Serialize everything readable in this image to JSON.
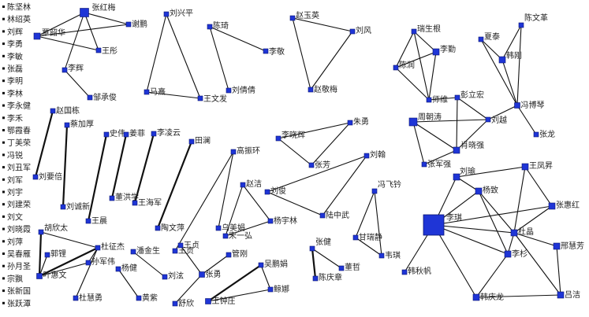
{
  "isolated_nodes": [
    "陈坚林",
    "林绍英",
    "刘辉",
    "李勇",
    "李敏",
    "张磊",
    "李明",
    "李林",
    "李永健",
    "李禾",
    "鄂霞春",
    "丁美荣",
    "冯锐",
    "刘丑军",
    "刘军",
    "刘宇",
    "刘建荣",
    "刘文",
    "刘晓霞",
    "刘萍",
    "吴春雁",
    "孙月圣",
    "宗飘",
    "张新国",
    "张跃潭"
  ],
  "nodes": [
    {
      "id": "zhanghongmei",
      "label": "张红梅"
    },
    {
      "id": "xieli",
      "label": "谢鹏"
    },
    {
      "id": "wangshuhua",
      "label": "覃韶华"
    },
    {
      "id": "wangbin",
      "label": "王彤"
    },
    {
      "id": "lihui",
      "label": "李辉"
    },
    {
      "id": "zouchengjun",
      "label": "邹承俊"
    },
    {
      "id": "liuxingping",
      "label": "刘兴平"
    },
    {
      "id": "maqi",
      "label": "马熹"
    },
    {
      "id": "wangwenfa",
      "label": "王文发"
    },
    {
      "id": "chenqi",
      "label": "陈琦"
    },
    {
      "id": "lijing",
      "label": "李敬"
    },
    {
      "id": "liuqian",
      "label": "刘倩倩"
    },
    {
      "id": "zhaoyuying",
      "label": "赵玉英"
    },
    {
      "id": "liufeng",
      "label": "刘风"
    },
    {
      "id": "zhaojingmei",
      "label": "赵敬梅"
    },
    {
      "id": "xiongshuguang",
      "label": "瑞生根"
    },
    {
      "id": "lishan",
      "label": "李勤"
    },
    {
      "id": "chenrun",
      "label": "陈润"
    },
    {
      "id": "shiwei",
      "label": "师维"
    },
    {
      "id": "xiatai",
      "label": "夏泰"
    },
    {
      "id": "chenwenke",
      "label": "陈文革"
    },
    {
      "id": "hanrui",
      "label": "韩刚"
    },
    {
      "id": "fengqinqin",
      "label": "冯博琴"
    },
    {
      "id": "pengliping",
      "label": "彭立宏"
    },
    {
      "id": "zhoujianbo",
      "label": "周朝涛"
    },
    {
      "id": "liuyue",
      "label": "刘越"
    },
    {
      "id": "xiaolong",
      "label": "张龙"
    },
    {
      "id": "zhaoguodong",
      "label": "赵国栋"
    },
    {
      "id": "liuchunhong",
      "label": "刘要倍"
    },
    {
      "id": "caijiahou",
      "label": "蔡加厚"
    },
    {
      "id": "liucheng",
      "label": "刘诚新"
    },
    {
      "id": "shiwen",
      "label": "史伟"
    },
    {
      "id": "jiangzhi",
      "label": "姜菲"
    },
    {
      "id": "wangjing",
      "label": "王晨"
    },
    {
      "id": "dongshu",
      "label": "董洪学"
    },
    {
      "id": "lilingyun",
      "label": "李凌云"
    },
    {
      "id": "tianli",
      "label": "田澜"
    },
    {
      "id": "wanghongjun",
      "label": "王海军"
    },
    {
      "id": "zhouwenhui",
      "label": "陶文萍"
    },
    {
      "id": "lixiaohui",
      "label": "李晓辉"
    },
    {
      "id": "zhuyong",
      "label": "朱勇"
    },
    {
      "id": "zhangfang",
      "label": "张芳"
    },
    {
      "id": "gaoshuangshuang",
      "label": "高振环"
    },
    {
      "id": "liuhan",
      "label": "刘翰"
    },
    {
      "id": "liujun2",
      "label": "刘俊"
    },
    {
      "id": "luzhongwu",
      "label": "陆中武"
    },
    {
      "id": "zhaojie",
      "label": "赵洁"
    },
    {
      "id": "songyi",
      "label": "宋一弘"
    },
    {
      "id": "yanghongmei",
      "label": "杨宇林"
    },
    {
      "id": "wumeijuan",
      "label": "乌美娟"
    },
    {
      "id": "wangzhen",
      "label": "王贞"
    },
    {
      "id": "fengfeiyu",
      "label": "冯飞钤"
    },
    {
      "id": "ganruijing",
      "label": "甘瑞静"
    },
    {
      "id": "weiqi",
      "label": "韦琪"
    },
    {
      "id": "zhangjian",
      "label": "张健"
    },
    {
      "id": "dongbo",
      "label": "董哲"
    },
    {
      "id": "chenqingzhang",
      "label": "陈庆章"
    },
    {
      "id": "hukaitai",
      "label": "胡欣太"
    },
    {
      "id": "guohui",
      "label": "郭锂"
    },
    {
      "id": "yehuiwen",
      "label": "叶惠文"
    },
    {
      "id": "duzhengjie",
      "label": "杜征杰"
    },
    {
      "id": "sunjunwei",
      "label": "孙军伟"
    },
    {
      "id": "duhuiyong",
      "label": "杜慧勇"
    },
    {
      "id": "yangjian",
      "label": "杨健"
    },
    {
      "id": "huangzi",
      "label": "黄紫"
    },
    {
      "id": "tangquansheng",
      "label": "潘金生"
    },
    {
      "id": "liuqi",
      "label": "刘泫"
    },
    {
      "id": "wangzhen2",
      "label": "王贞"
    },
    {
      "id": "zhangyong",
      "label": "张勇"
    },
    {
      "id": "guanli",
      "label": "管刚"
    },
    {
      "id": "wupengjuan",
      "label": "吴鹏娟"
    },
    {
      "id": "wangzhuzhuang",
      "label": "王钟庄"
    },
    {
      "id": "duanyun",
      "label": "鲸娜"
    },
    {
      "id": "haoxin",
      "label": "舒欣"
    },
    {
      "id": "liuyu",
      "label": "刘瑜"
    },
    {
      "id": "wangfengsheng",
      "label": "王凤昇"
    },
    {
      "id": "yangzheng",
      "label": "杨致"
    },
    {
      "id": "zhanghuihong",
      "label": "张惠红"
    },
    {
      "id": "liyu",
      "label": "李琪"
    },
    {
      "id": "duyan",
      "label": "杜晶"
    },
    {
      "id": "lifan",
      "label": "李杉"
    },
    {
      "id": "xingaofang",
      "label": "邢慧芳"
    },
    {
      "id": "hanqiufan",
      "label": "韩秋帆"
    },
    {
      "id": "hanqinglong",
      "label": "韩庆龙"
    },
    {
      "id": "lvjie",
      "label": "吕洁"
    },
    {
      "id": "xiaojunqiang",
      "label": "肖晓强"
    },
    {
      "id": "zhangjunqiang",
      "label": "张军强"
    }
  ],
  "edges": [
    [
      "zhanghongmei",
      "xieli"
    ],
    [
      "zhanghongmei",
      "wangshuhua"
    ],
    [
      "zhanghongmei",
      "wangbin"
    ],
    [
      "zhanghongmei",
      "lihui"
    ],
    [
      "wangshuhua",
      "xieli"
    ],
    [
      "wangshuhua",
      "wangbin"
    ],
    [
      "lihui",
      "zouchengjun"
    ],
    [
      "liuxingping",
      "maqi"
    ],
    [
      "liuxingping",
      "wangwenfa"
    ],
    [
      "maqi",
      "wangwenfa"
    ],
    [
      "chenqi",
      "lijing"
    ],
    [
      "chenqi",
      "liuqian"
    ],
    [
      "zhaoyuying",
      "liufeng"
    ],
    [
      "zhaoyuying",
      "zhaojingmei"
    ],
    [
      "liufeng",
      "zhaojingmei"
    ],
    [
      "xiongshuguang",
      "lishan"
    ],
    [
      "xiongshuguang",
      "chenrun"
    ],
    [
      "xiongshuguang",
      "shiwei"
    ],
    [
      "lishan",
      "chenrun"
    ],
    [
      "lishan",
      "shiwei"
    ],
    [
      "chenrun",
      "shiwei"
    ],
    [
      "shiwei",
      "pengliping"
    ],
    [
      "xiatai",
      "hanrui"
    ],
    [
      "chenwenke",
      "hanrui"
    ],
    [
      "hanrui",
      "fengqinqin"
    ],
    [
      "xiatai",
      "fengqinqin"
    ],
    [
      "chenwenke",
      "fengqinqin"
    ],
    [
      "fengqinqin",
      "xiaolong"
    ],
    [
      "fengqinqin",
      "liuyue"
    ],
    [
      "pengliping",
      "liuyue"
    ],
    [
      "zhoujianbo",
      "liuyue"
    ],
    [
      "zhoujianbo",
      "xiaojunqiang"
    ],
    [
      "liuyue",
      "xiaojunqiang"
    ],
    [
      "pengliping",
      "xiaojunqiang"
    ],
    [
      "xiaojunqiang",
      "zhangjunqiang"
    ],
    [
      "zhoujianbo",
      "zhangjunqiang"
    ],
    [
      "zhaoguodong",
      "liuchunhong"
    ],
    [
      "caijiahou",
      "liucheng"
    ],
    [
      "shiwen",
      "wangjing"
    ],
    [
      "jiangzhi",
      "dongshu"
    ],
    [
      "lilingyun",
      "wanghongjun"
    ],
    [
      "tianli",
      "zhouwenhui"
    ],
    [
      "lixiaohui",
      "zhuyong"
    ],
    [
      "lixiaohui",
      "zhangfang"
    ],
    [
      "zhuyong",
      "zhangfang"
    ],
    [
      "liuhan",
      "liujun2"
    ],
    [
      "liuhan",
      "luzhongwu"
    ],
    [
      "liujun2",
      "luzhongwu"
    ],
    [
      "gaoshuangshuang",
      "wumeijuan"
    ],
    [
      "wangzhen",
      "gaoshuangshuang"
    ],
    [
      "zhaojie",
      "songyi"
    ],
    [
      "zhaojie",
      "yanghongmei"
    ],
    [
      "songyi",
      "yanghongmei"
    ],
    [
      "fengfeiyu",
      "ganruijing"
    ],
    [
      "fengfeiyu",
      "weiqi"
    ],
    [
      "ganruijing",
      "weiqi"
    ],
    [
      "zhangjian",
      "dongbo"
    ],
    [
      "zhangjian",
      "chenqingzhang"
    ],
    [
      "hukaitai",
      "yehuiwen"
    ],
    [
      "hukaitai",
      "duzhengjie"
    ],
    [
      "guohui",
      "yehuiwen"
    ],
    [
      "yehuiwen",
      "duzhengjie"
    ],
    [
      "yehuiwen",
      "sunjunwei"
    ],
    [
      "duzhengjie",
      "duhuiyong"
    ],
    [
      "duzhengjie",
      "sunjunwei"
    ],
    [
      "yangjian",
      "huangzi"
    ],
    [
      "tangquansheng",
      "liuqi"
    ],
    [
      "zhangyong",
      "guanli"
    ],
    [
      "zhangyong",
      "wangzhen2"
    ],
    [
      "zhangyong",
      "haoxin"
    ],
    [
      "wupengjuan",
      "wangzhuzhuang"
    ],
    [
      "wupengjuan",
      "duanyun"
    ],
    [
      "wangzhuzhuang",
      "duanyun"
    ],
    [
      "liuyu",
      "wangfengsheng"
    ],
    [
      "liuyu",
      "yangzheng"
    ],
    [
      "liuyu",
      "liyu"
    ],
    [
      "wangfengsheng",
      "zhanghuihong"
    ],
    [
      "wangfengsheng",
      "duyan"
    ],
    [
      "yangzheng",
      "liyu"
    ],
    [
      "yangzheng",
      "lifan"
    ],
    [
      "yangzheng",
      "duyan"
    ],
    [
      "liyu",
      "lifan"
    ],
    [
      "liyu",
      "duyan"
    ],
    [
      "liyu",
      "hanqiufan"
    ],
    [
      "liyu",
      "hanqinglong"
    ],
    [
      "duyan",
      "lifan"
    ],
    [
      "duyan",
      "xingaofang"
    ],
    [
      "duyan",
      "lvjie"
    ],
    [
      "lifan",
      "hanqinglong"
    ],
    [
      "zhanghuihong",
      "duyan"
    ],
    [
      "xingaofang",
      "lvjie"
    ],
    [
      "hanqinglong",
      "lvjie"
    ],
    [
      "liyu",
      "zhanghuihong"
    ]
  ]
}
